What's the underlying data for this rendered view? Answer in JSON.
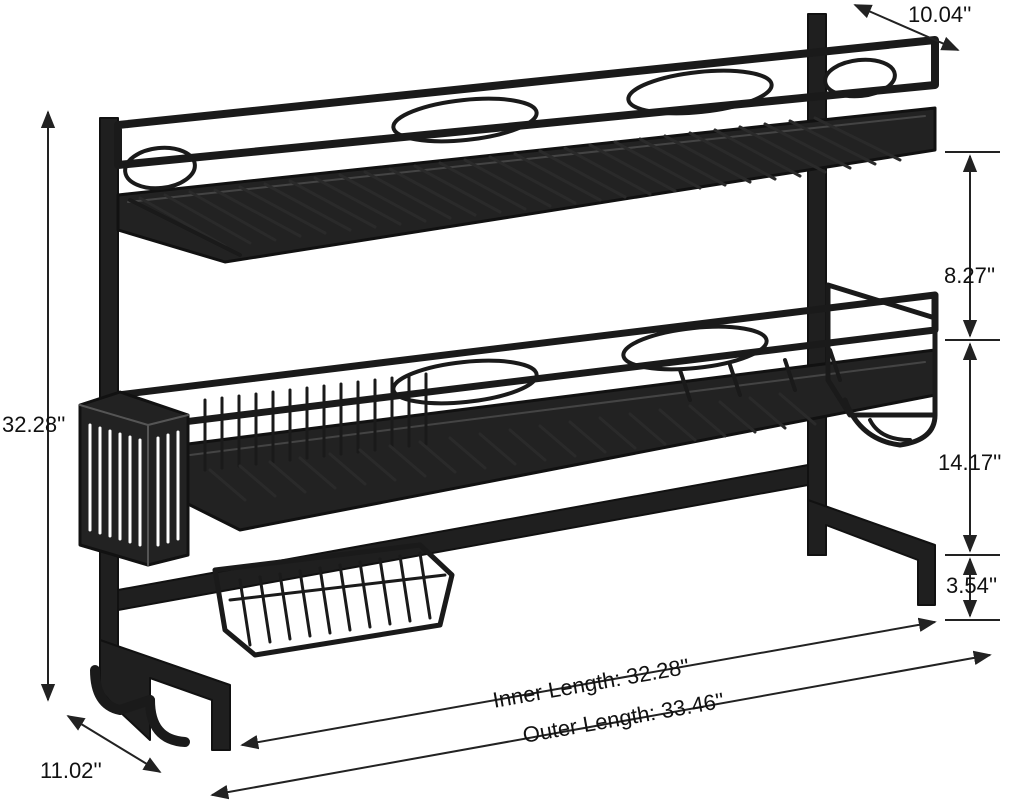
{
  "product": "Two-tier over-sink dish drying rack",
  "colors": {
    "frame": "#1a1a1a",
    "dimension_lines": "#222222",
    "background": "#ffffff"
  },
  "dimensions": {
    "depth_top": "10.04''",
    "total_height": "32.28''",
    "tier_gap": "8.27''",
    "lower_height": "14.17''",
    "foot_height": "3.54''",
    "depth_bottom": "11.02''",
    "inner_length": "Inner Length: 32.28''",
    "outer_length": "Outer Length: 33.46''"
  }
}
